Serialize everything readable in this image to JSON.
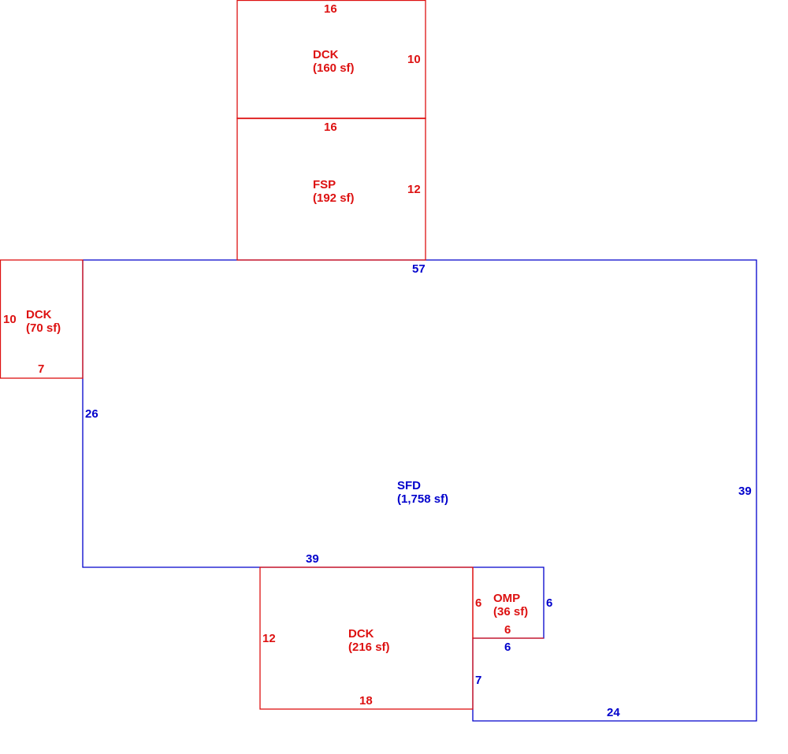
{
  "colors": {
    "structure": "#0000cc",
    "addition": "#dd1111",
    "background": "#ffffff"
  },
  "areas": {
    "dck_top": {
      "code": "DCK",
      "area": "(160 sf)",
      "dims": {
        "top": "16",
        "right": "10"
      }
    },
    "fsp": {
      "code": "FSP",
      "area": "(192 sf)",
      "dims": {
        "top": "16",
        "right": "12"
      }
    },
    "dck_left": {
      "code": "DCK",
      "area": "(70 sf)",
      "dims": {
        "left": "10",
        "bottom": "7"
      }
    },
    "sfd": {
      "code": "SFD",
      "area": "(1,758 sf)",
      "dims": {
        "top": "57",
        "left": "26",
        "right": "39",
        "bottom_left": "39",
        "bottom_right": "24",
        "notch_vertical": "7",
        "notch_right": "6",
        "notch_bottom": "6"
      }
    },
    "dck_bottom": {
      "code": "DCK",
      "area": "(216 sf)",
      "dims": {
        "left": "12",
        "bottom": "18"
      }
    },
    "omp": {
      "code": "OMP",
      "area": "(36 sf)",
      "dims": {
        "left": "6",
        "bottom": "6"
      }
    }
  }
}
